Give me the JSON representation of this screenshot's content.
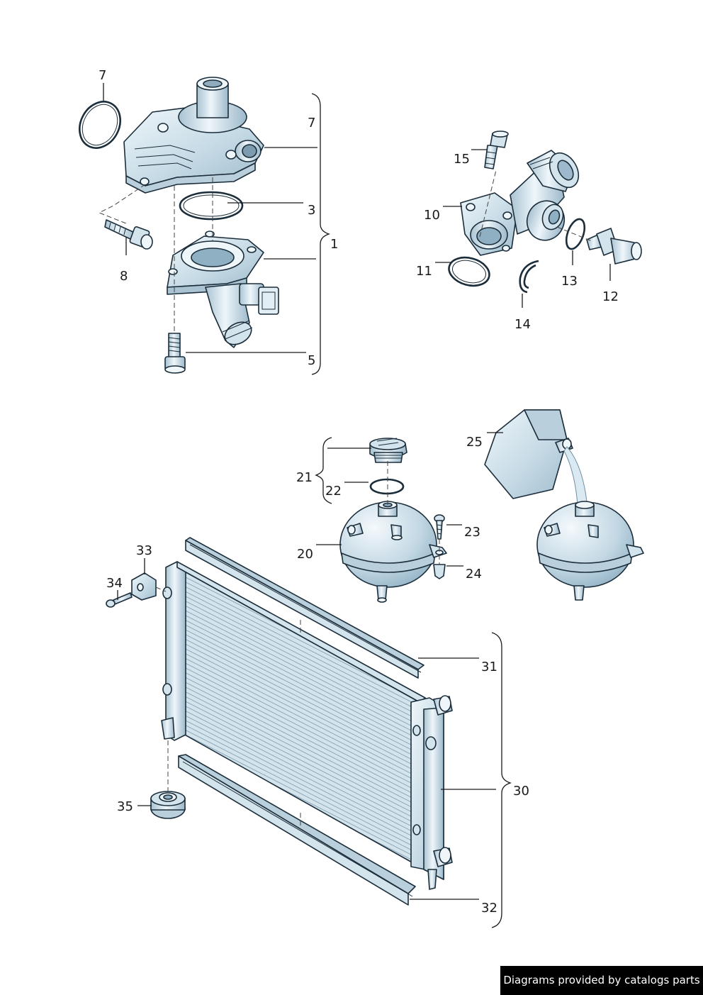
{
  "labels": {
    "l7a": "7",
    "l7b": "7",
    "l3": "3",
    "l1": "1",
    "l8": "8",
    "l5": "5",
    "l15": "15",
    "l10": "10",
    "l11": "11",
    "l13": "13",
    "l12": "12",
    "l14": "14",
    "l25": "25",
    "l21": "21",
    "l22": "22",
    "l20": "20",
    "l23": "23",
    "l24": "24",
    "l33": "33",
    "l34": "34",
    "l31": "31",
    "l30": "30",
    "l35": "35",
    "l32": "32"
  },
  "footer": {
    "text": "Diagrams provided by catalogs parts"
  },
  "colors": {
    "part_fill": "#cfe0ea",
    "part_shade": "#a7c1d1",
    "part_light": "#eaf3f8",
    "line": "#1b2d3a",
    "footer_bg": "#000000"
  }
}
